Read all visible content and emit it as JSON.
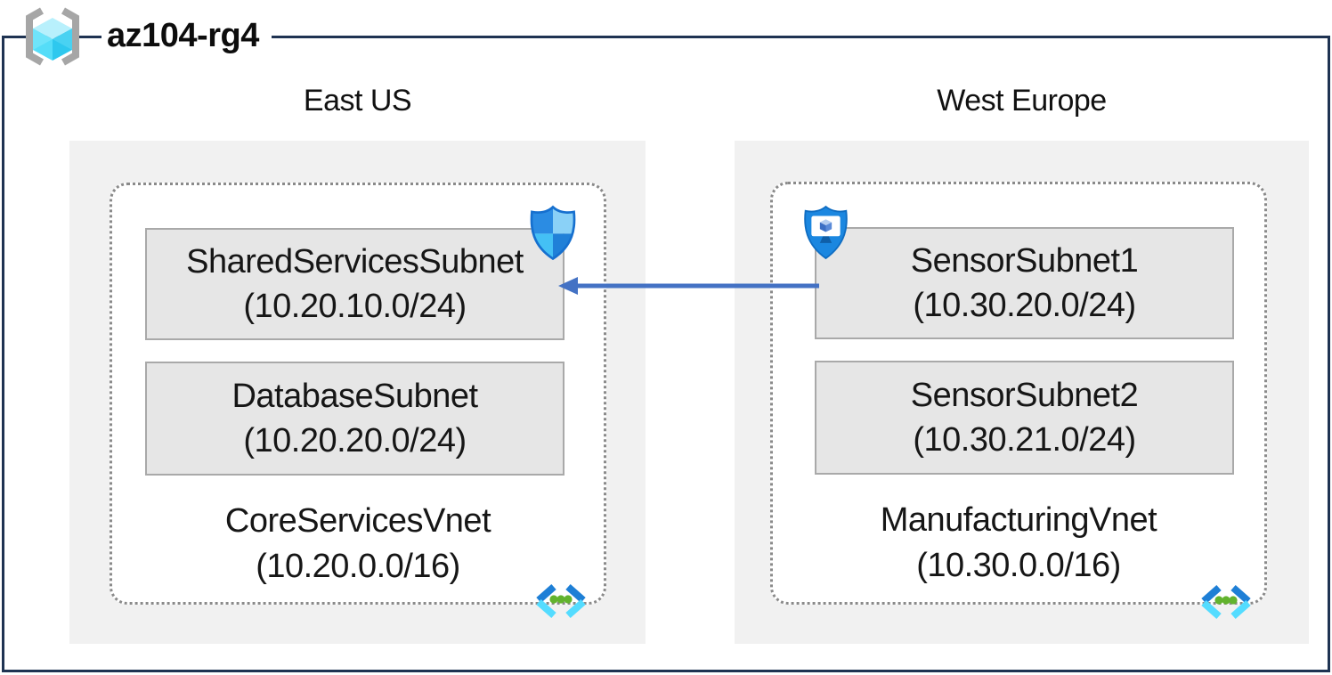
{
  "header": {
    "title": "az104-rg4",
    "icon": "resource-group-icon"
  },
  "colors": {
    "frame": "#1f3352",
    "regionBg": "#f1f1f1",
    "vnetBg": "#ffffff",
    "dotted": "#8a8a8a",
    "subnetBg": "#e6e6e6",
    "subnetBorder": "#a9a9a9",
    "arrow": "#4472c4",
    "text": "#161616"
  },
  "regions": [
    {
      "label": "East US",
      "vnet": {
        "name": "CoreServicesVnet",
        "cidr": "(10.20.0.0/16)",
        "icon": "virtual-network-icon",
        "subnets": [
          {
            "name": "SharedServicesSubnet",
            "cidr": "(10.20.10.0/24)",
            "badge": "defender-shield-icon"
          },
          {
            "name": "DatabaseSubnet",
            "cidr": "(10.20.20.0/24)",
            "badge": ""
          }
        ]
      }
    },
    {
      "label": "West Europe",
      "vnet": {
        "name": "ManufacturingVnet",
        "cidr": "(10.30.0.0/16)",
        "icon": "virtual-network-icon",
        "subnets": [
          {
            "name": "SensorSubnet1",
            "cidr": "(10.30.20.0/24)",
            "badge": "bastion-shield-icon"
          },
          {
            "name": "SensorSubnet2",
            "cidr": "(10.30.21.0/24)",
            "badge": ""
          }
        ]
      }
    }
  ],
  "connection": {
    "from": "SensorSubnet1",
    "to": "SharedServicesSubnet",
    "direction": "right-to-left",
    "color": "#4472c4"
  }
}
